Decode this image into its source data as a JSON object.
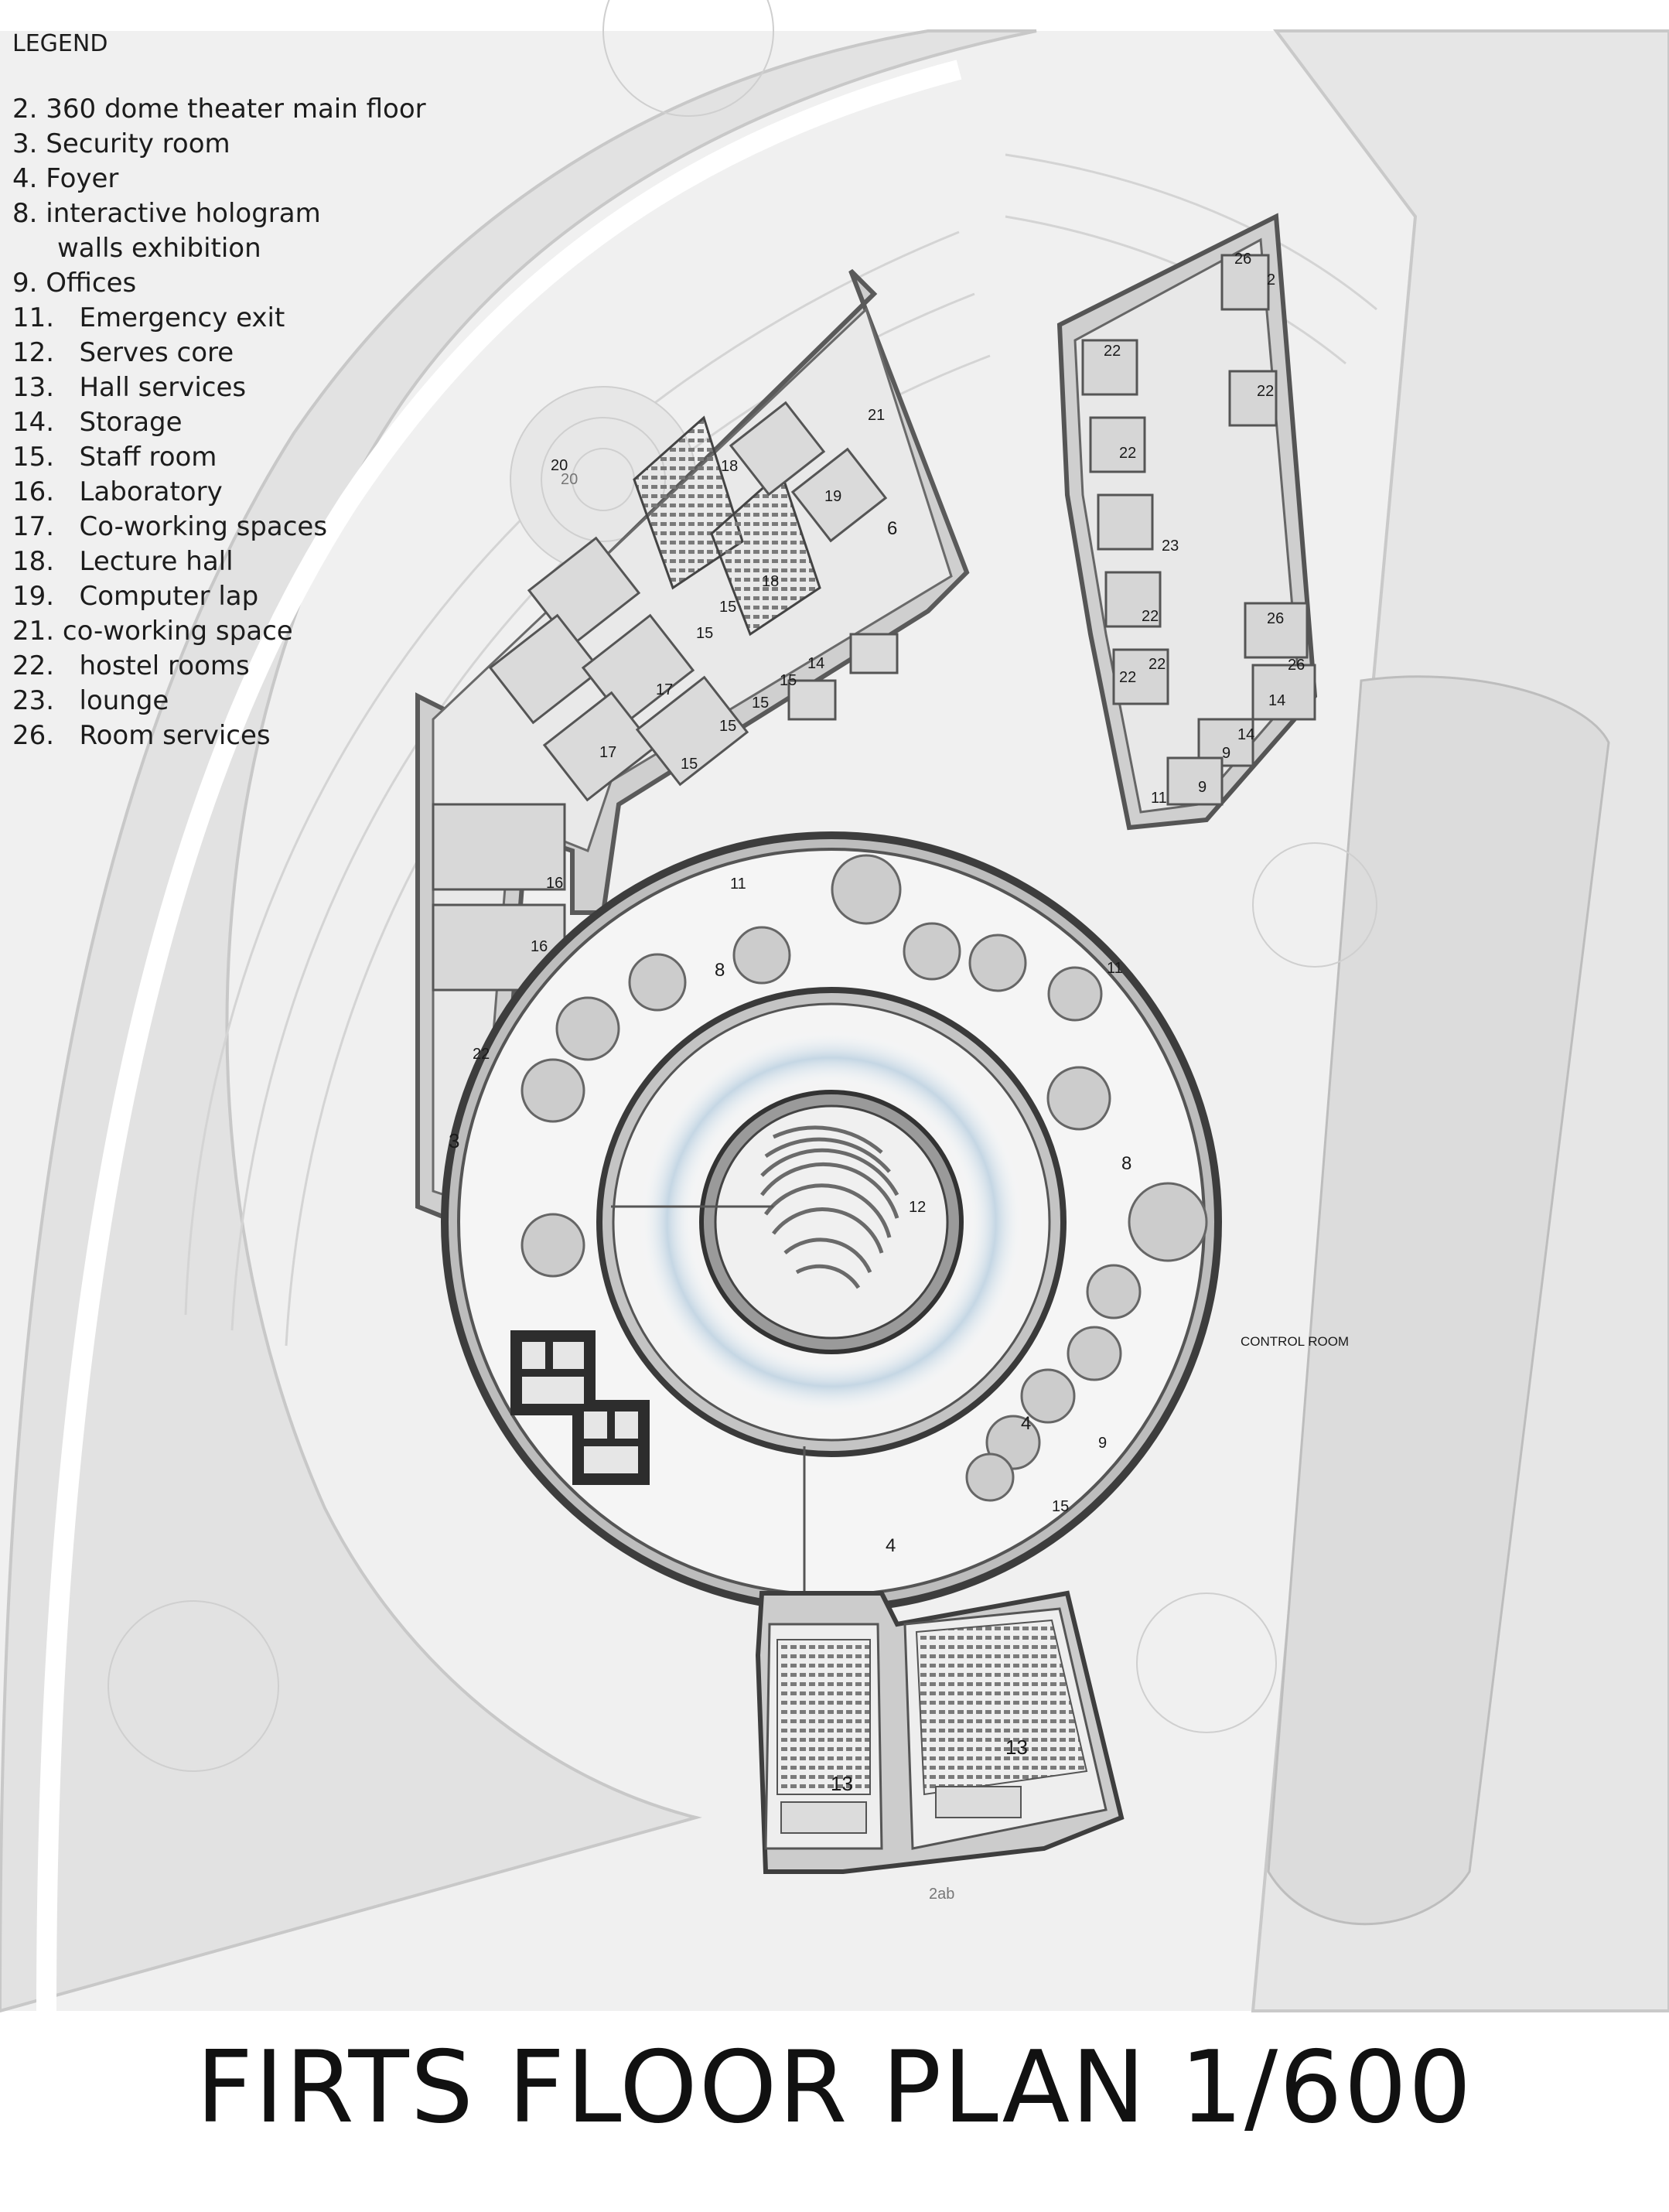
{
  "legend": {
    "title": "LEGEND",
    "items": [
      {
        "text": "2. 360 dome theater main floor"
      },
      {
        "text": "3. Security room"
      },
      {
        "text": "4. Foyer"
      },
      {
        "text": "8. interactive hologram"
      },
      {
        "text": "walls exhibition"
      },
      {
        "text": "9. Offices"
      },
      {
        "text": "11.   Emergency exit"
      },
      {
        "text": "12.   Serves core"
      },
      {
        "text": "13.   Hall services"
      },
      {
        "text": "14.   Storage"
      },
      {
        "text": "15.   Staff room"
      },
      {
        "text": "16.   Laboratory"
      },
      {
        "text": "17.   Co-working spaces"
      },
      {
        "text": "18.   Lecture hall"
      },
      {
        "text": "19.   Computer lap"
      },
      {
        "text": "21. co-working space"
      },
      {
        "text": "22.   hostel rooms"
      },
      {
        "text": "23.   lounge"
      },
      {
        "text": "26.   Room services"
      }
    ]
  },
  "plan": {
    "room_labels": {
      "r20a": "20",
      "r20b": "20",
      "r21": "21",
      "r18a": "18",
      "r18b": "18",
      "r19": "19",
      "r6": "6",
      "r15a": "15",
      "r15b": "15",
      "r15c": "15",
      "r15d": "15",
      "r15e": "15",
      "r15f": "15",
      "r14a": "14",
      "r17a": "17",
      "r17b": "17",
      "r16a": "16",
      "r16b": "16",
      "r22a": "22",
      "r3": "3",
      "r8a": "8",
      "r8b": "8",
      "r11a": "11",
      "r11b": "11",
      "r12": "12",
      "r4a": "4",
      "r4b": "4",
      "r9a": "9",
      "r15g": "15",
      "r13a": "13",
      "r13b": "13",
      "r2ab": "2ab",
      "h26a": "26",
      "h2": "2",
      "h22a": "22",
      "h22b": "22",
      "h22c": "22",
      "h23": "23",
      "h22d": "22",
      "h22e": "22",
      "h22f": "22",
      "h26b": "26",
      "h26c": "26",
      "h14a": "14",
      "h14b": "14",
      "h9a": "9",
      "h9b": "9",
      "h11": "11"
    },
    "control_room": "CONTROL ROOM"
  },
  "title": "FIRTS FLOOR PLAN 1/600"
}
